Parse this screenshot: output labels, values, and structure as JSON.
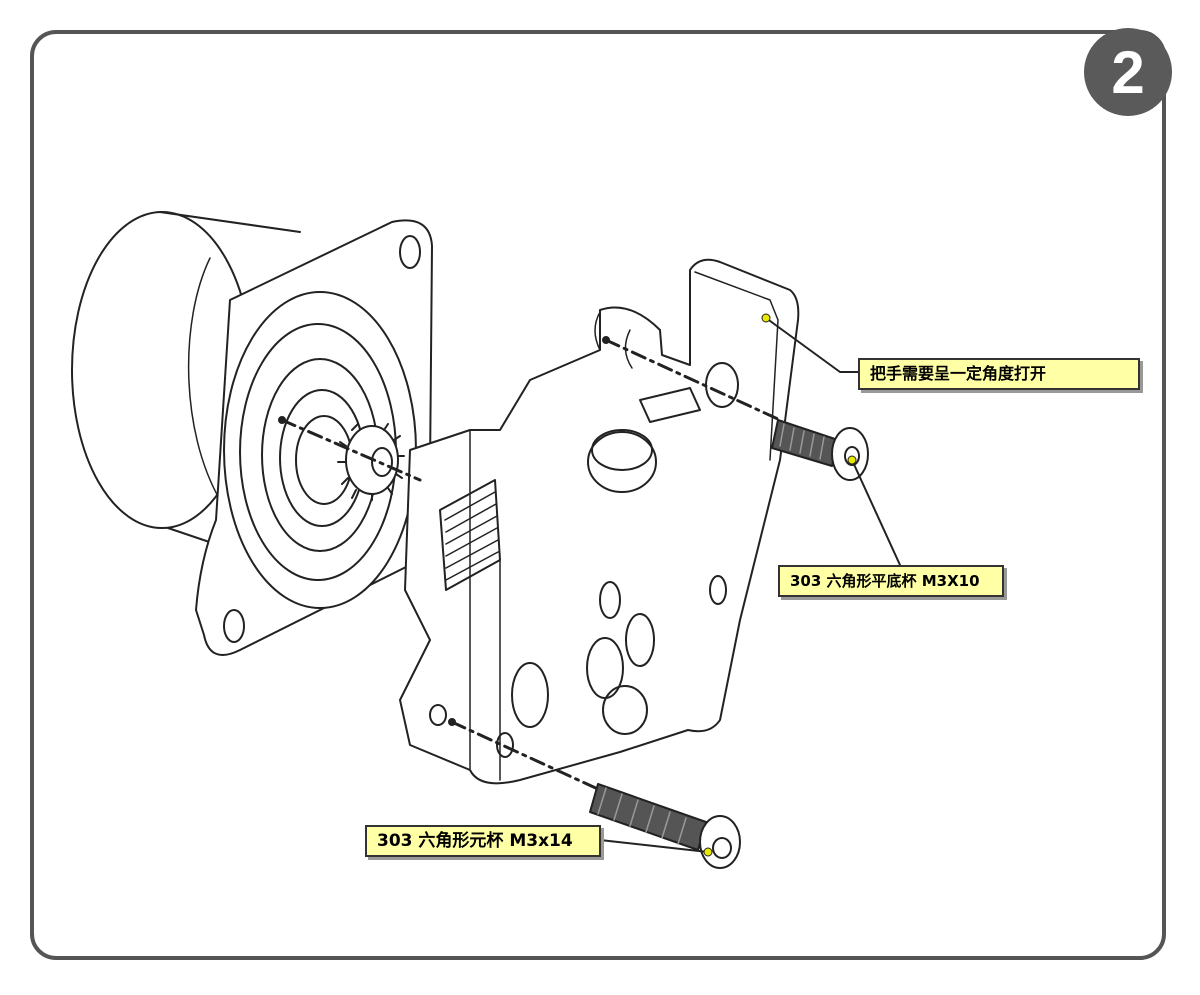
{
  "step": {
    "number": "2"
  },
  "callouts": {
    "handle": "把手需要呈一定角度打开",
    "screw_top": "303 六角形平底杯 M3X10",
    "screw_bottom": "303 六角形元杯 M3x14"
  },
  "colors": {
    "frame": "#555555",
    "badge": "#5a5a5a",
    "callout_bg": "#ffffa6",
    "line": "#222222",
    "leader_dot": "#e8e800"
  }
}
